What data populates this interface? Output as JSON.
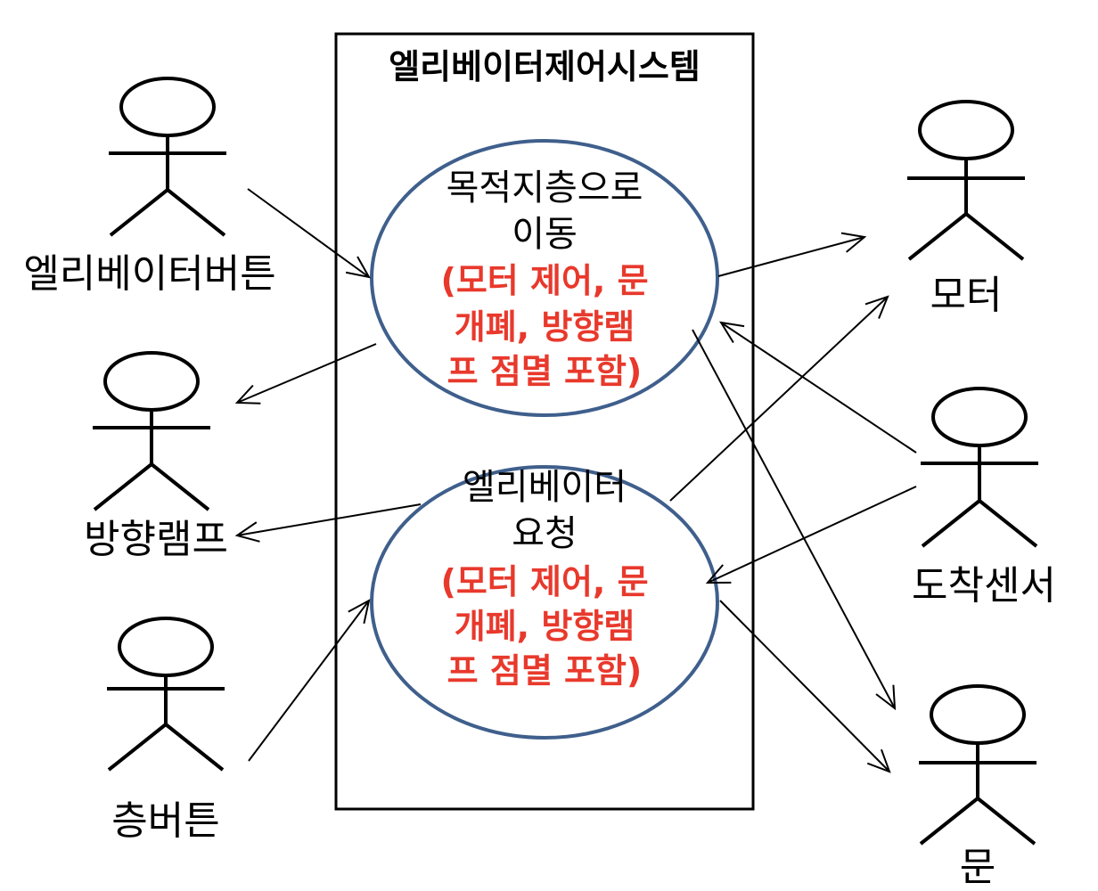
{
  "system": {
    "title": "엘리베이터제어시스템"
  },
  "use_cases": [
    {
      "name_lines": [
        "목적지층으로",
        "이동"
      ],
      "note_lines": [
        "(모터 제어, 문",
        "개폐, 방향램",
        "프 점멸 포함)"
      ]
    },
    {
      "name_lines": [
        "엘리베이터",
        "요청"
      ],
      "note_lines": [
        "(모터 제어, 문",
        "개폐, 방향램",
        "프 점멸 포함)"
      ]
    }
  ],
  "actors": [
    {
      "label": "엘리베이터버튼"
    },
    {
      "label": "방향램프"
    },
    {
      "label": "층버튼"
    },
    {
      "label": "모터"
    },
    {
      "label": "도착센서"
    },
    {
      "label": "문"
    }
  ],
  "colors": {
    "ellipse_stroke": "#3f5f8c",
    "note_text": "#e8392c",
    "line": "#000000"
  }
}
